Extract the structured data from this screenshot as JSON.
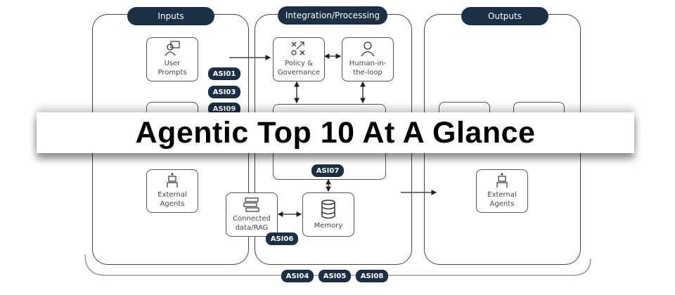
{
  "title": "Agentic Top 10 At A Glance",
  "colors": {
    "pill": "#1b2f45",
    "line": "#444444"
  },
  "sections": {
    "inputs": "Inputs",
    "processing": "Integration/Processing",
    "outputs": "Outputs"
  },
  "nodes": {
    "user_prompts": "User Prompts",
    "external_agents_in": "External Agents",
    "policy": "Policy & Governance",
    "human": "Human-in-the-loop",
    "connected_data": "Connected data/RAG",
    "memory": "Memory",
    "external_agents_out": "External Agents"
  },
  "tags": {
    "asi01": "ASI01",
    "asi03": "ASI03",
    "asi09": "ASI09",
    "asi07": "ASI07",
    "asi06": "ASI06",
    "asi04": "ASI04",
    "asi05": "ASI05",
    "asi08": "ASI08"
  }
}
